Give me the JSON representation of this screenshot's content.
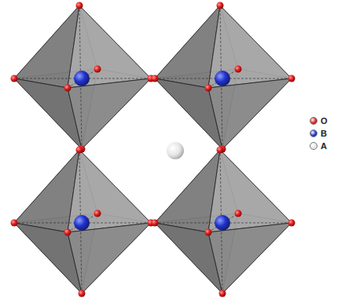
{
  "diagram": {
    "legend": [
      {
        "text": "O",
        "color": "#e01e1e"
      },
      {
        "text": "B",
        "color": "#2233cc"
      },
      {
        "text": "A",
        "color": "#e6e6e6"
      }
    ]
  }
}
